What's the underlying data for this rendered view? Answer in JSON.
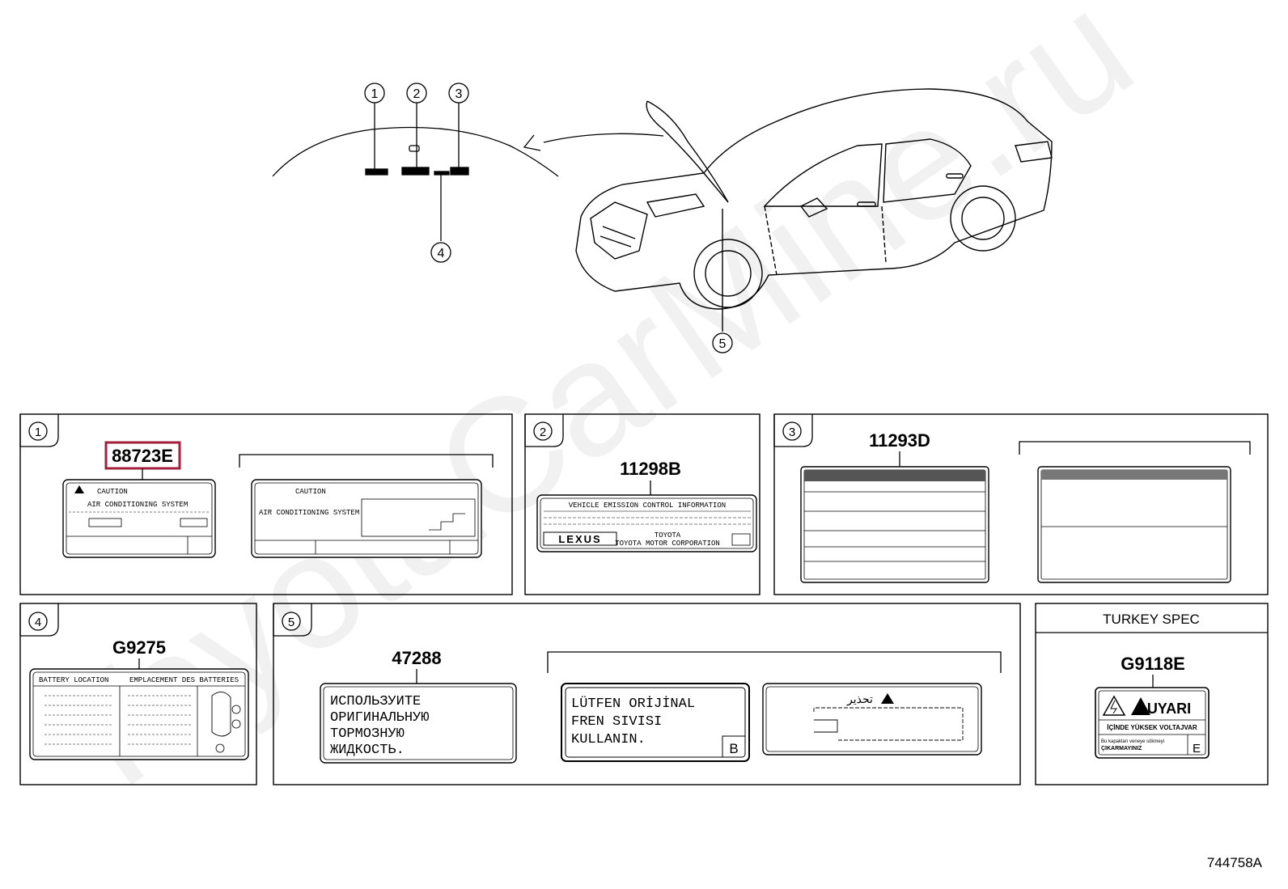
{
  "callouts": [
    "1",
    "2",
    "3",
    "4",
    "5"
  ],
  "panels": {
    "p1": {
      "num": "1",
      "part_number": "88723E",
      "label_a": {
        "heading": "CAUTION",
        "title": "AIR CONDITIONING SYSTEM"
      },
      "label_b": {
        "heading": "CAUTION",
        "title": "AIR CONDITIONING SYSTEM"
      }
    },
    "p2": {
      "num": "2",
      "part_number": "11298B",
      "label": {
        "heading": "VEHICLE EMISSION CONTROL INFORMATION",
        "brand": "LEXUS",
        "maker": "TOYOTA",
        "maker2": "TOYOTA MOTOR CORPORATION"
      }
    },
    "p3": {
      "num": "3",
      "part_number": "11293D"
    },
    "p4": {
      "num": "4",
      "part_number": "G9275",
      "label": {
        "left": "BATTERY LOCATION",
        "right": "EMPLACEMENT DES BATTERIES"
      }
    },
    "p5": {
      "num": "5",
      "part_number": "47288",
      "ru_lines": [
        "ИСПОЛЬЗУИТЕ",
        "ОРИГИНАЛЬНУЮ",
        "ТОРМОЗНУЮ",
        "ЖИДКОСТЬ."
      ],
      "tr_lines": [
        "LÜTFEN  ORİJİNAL",
        "FREN  SIVISI",
        "KULLANIN."
      ],
      "tr_code": "B",
      "ar_heading": "تحذير"
    },
    "turkey": {
      "header": "TURKEY SPEC",
      "part_number": "G9118E",
      "warning": "UYARI",
      "line1": "İÇİNDE YÜKSEK VOLTAJVAR",
      "line2a": "Bu kapakları veneye sökmeyi",
      "line2b": "ÇIKARMAYINIZ",
      "code": "E"
    }
  },
  "figure_id": "744758A",
  "colors": {
    "highlight": "#a3203c",
    "line": "#000000"
  },
  "watermark": "ToyotaCarMine.ru"
}
